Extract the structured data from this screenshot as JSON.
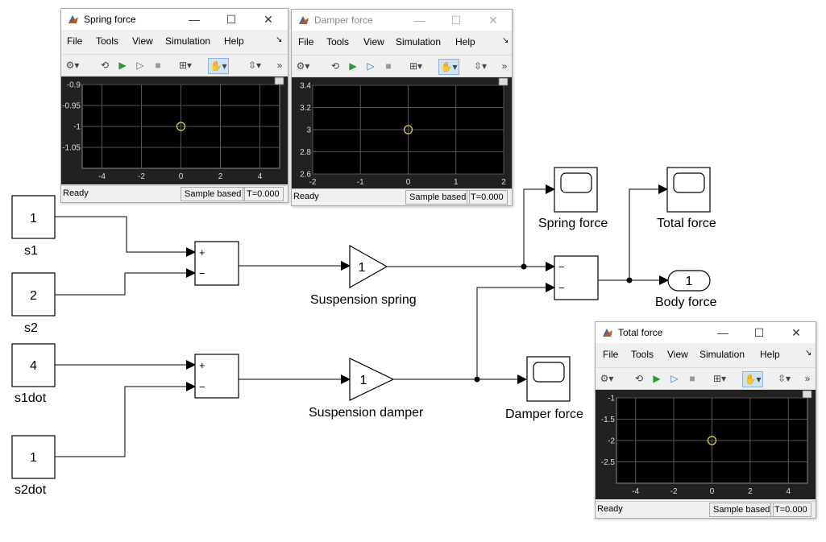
{
  "colors": {
    "plot_bg": "#000000",
    "grid": "#555555",
    "marker": "#e4d83a",
    "line": "#000000"
  },
  "model": {
    "constants": [
      {
        "id": "s1",
        "value": "1",
        "label": "s1"
      },
      {
        "id": "s2",
        "value": "2",
        "label": "s2"
      },
      {
        "id": "s1dot",
        "value": "4",
        "label": "s1dot"
      },
      {
        "id": "s2dot",
        "value": "1",
        "label": "s2dot"
      }
    ],
    "sums": {
      "spring_sum": {
        "sign_top": "+",
        "sign_bottom": "−"
      },
      "damper_sum": {
        "sign_top": "+",
        "sign_bottom": "−"
      },
      "total_sum": {
        "sign_top": "−",
        "sign_bottom": "−"
      }
    },
    "gains": {
      "spring": {
        "value": "1",
        "label": "Suspension spring"
      },
      "damper": {
        "value": "1",
        "label": "Suspension damper"
      }
    },
    "scopes": {
      "spring": {
        "label": "Spring force"
      },
      "total": {
        "label": "Total force"
      },
      "damper": {
        "label": "Damper force"
      }
    },
    "outport": {
      "value": "1",
      "label": "Body force"
    }
  },
  "windows": {
    "menu": [
      "File",
      "Tools",
      "View",
      "Simulation",
      "Help"
    ],
    "toolbar_overflow": "»",
    "status": {
      "ready": "Ready",
      "mode": "Sample based",
      "time": "T=0.000"
    },
    "spring": {
      "title": "Spring force",
      "chart_data": {
        "type": "scatter",
        "x": [
          0
        ],
        "y": [
          -1
        ],
        "xlim": [
          -5,
          5
        ],
        "ylim": [
          -1.1,
          -0.9
        ],
        "xticks": [
          "-4",
          "-2",
          "0",
          "2",
          "4"
        ],
        "yticks": [
          "-0.9",
          "-0.95",
          "-1",
          "-1.05"
        ],
        "grid": true
      }
    },
    "damper": {
      "title": "Damper force",
      "chart_data": {
        "type": "scatter",
        "x": [
          0
        ],
        "y": [
          3
        ],
        "xlim": [
          -2,
          2
        ],
        "ylim": [
          2.6,
          3.4
        ],
        "xticks": [
          "-2",
          "-1",
          "0",
          "1",
          "2"
        ],
        "yticks": [
          "3.4",
          "3.2",
          "3",
          "2.8",
          "2.6"
        ],
        "grid": true
      }
    },
    "total": {
      "title": "Total force",
      "chart_data": {
        "type": "scatter",
        "x": [
          0
        ],
        "y": [
          -2
        ],
        "xlim": [
          -5,
          5
        ],
        "ylim": [
          -3,
          -1
        ],
        "xticks": [
          "-4",
          "-2",
          "0",
          "2",
          "4"
        ],
        "yticks": [
          "-1",
          "-1.5",
          "-2",
          "-2.5"
        ],
        "grid": true
      }
    }
  }
}
